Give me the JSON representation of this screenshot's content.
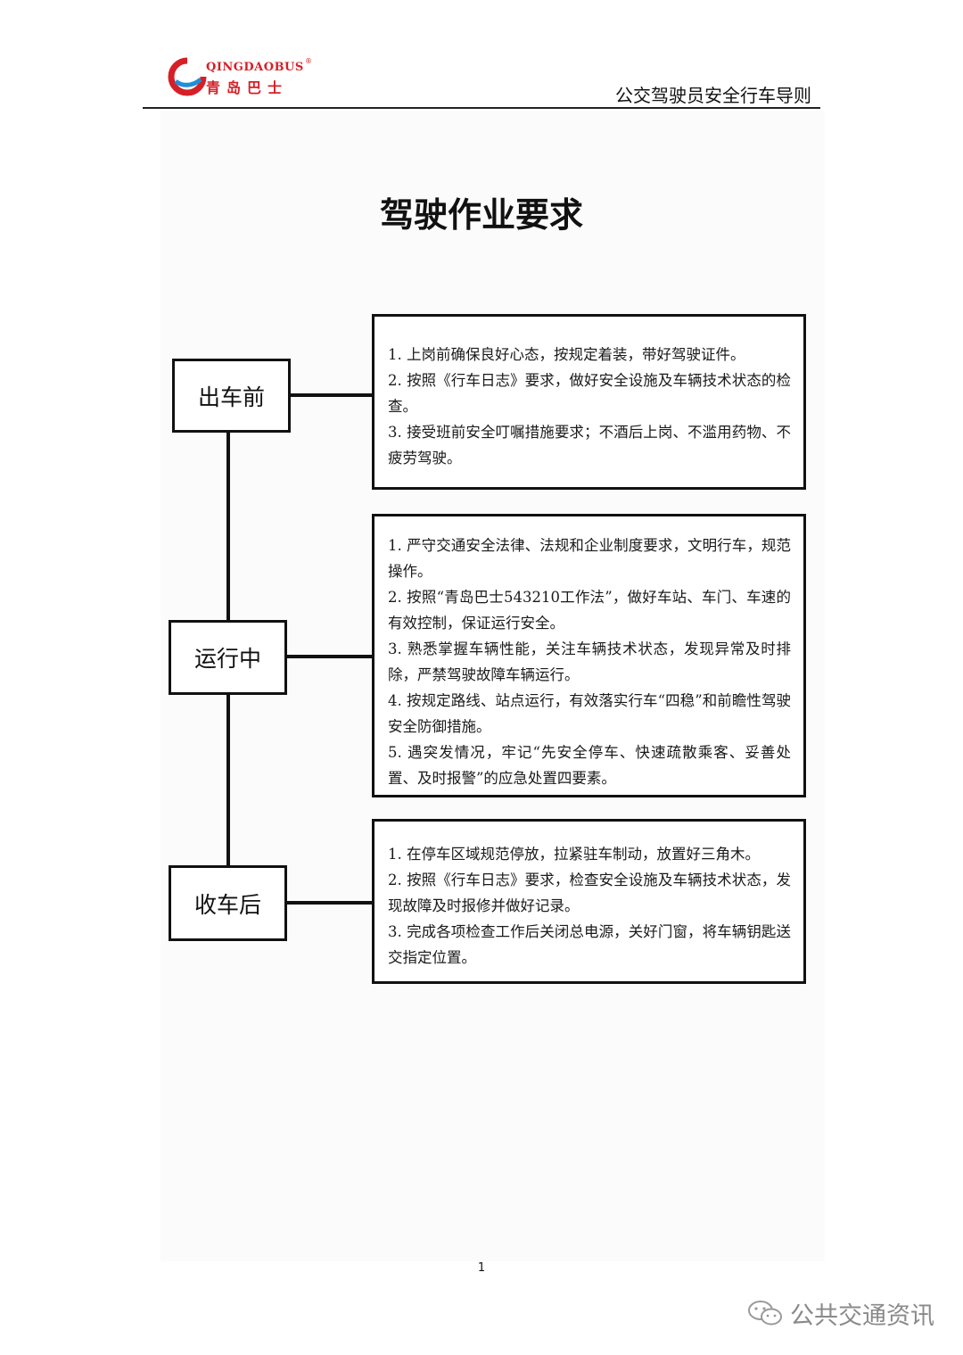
{
  "header": {
    "logo_en": "QINGDAOBUS",
    "logo_reg": "®",
    "logo_cn": "青岛巴士",
    "document_title": "公交驾驶员安全行车导则"
  },
  "page_title": "驾驶作业要求",
  "stages": [
    {
      "label": "出车前",
      "items": [
        "1. 上岗前确保良好心态，按规定着装，带好驾驶证件。",
        "2. 按照《行车日志》要求，做好安全设施及车辆技术状态的检查。",
        "3. 接受班前安全叮嘱措施要求；不酒后上岗、不滥用药物、不疲劳驾驶。"
      ]
    },
    {
      "label": "运行中",
      "items": [
        "1. 严守交通安全法律、法规和企业制度要求，文明行车，规范操作。",
        "2. 按照“青岛巴士543210工作法”，做好车站、车门、车速的有效控制，保证运行安全。",
        "3. 熟悉掌握车辆性能，关注车辆技术状态，发现异常及时排除，严禁驾驶故障车辆运行。",
        "4. 按规定路线、站点运行，有效落实行车“四稳”和前瞻性驾驶安全防御措施。",
        "5. 遇突发情况，牢记“先安全停车、快速疏散乘客、妥善处置、及时报警”的应急处置四要素。"
      ]
    },
    {
      "label": "收车后",
      "items": [
        "1. 在停车区域规范停放，拉紧驻车制动，放置好三角木。",
        "2. 按照《行车日志》要求，检查安全设施及车辆技术状态，发现故障及时报修并做好记录。",
        "3. 完成各项检查工作后关闭总电源，关好门窗，将车辆钥匙送交指定位置。"
      ]
    }
  ],
  "footer": {
    "page_number": "1",
    "watermark": "公共交通资讯"
  }
}
